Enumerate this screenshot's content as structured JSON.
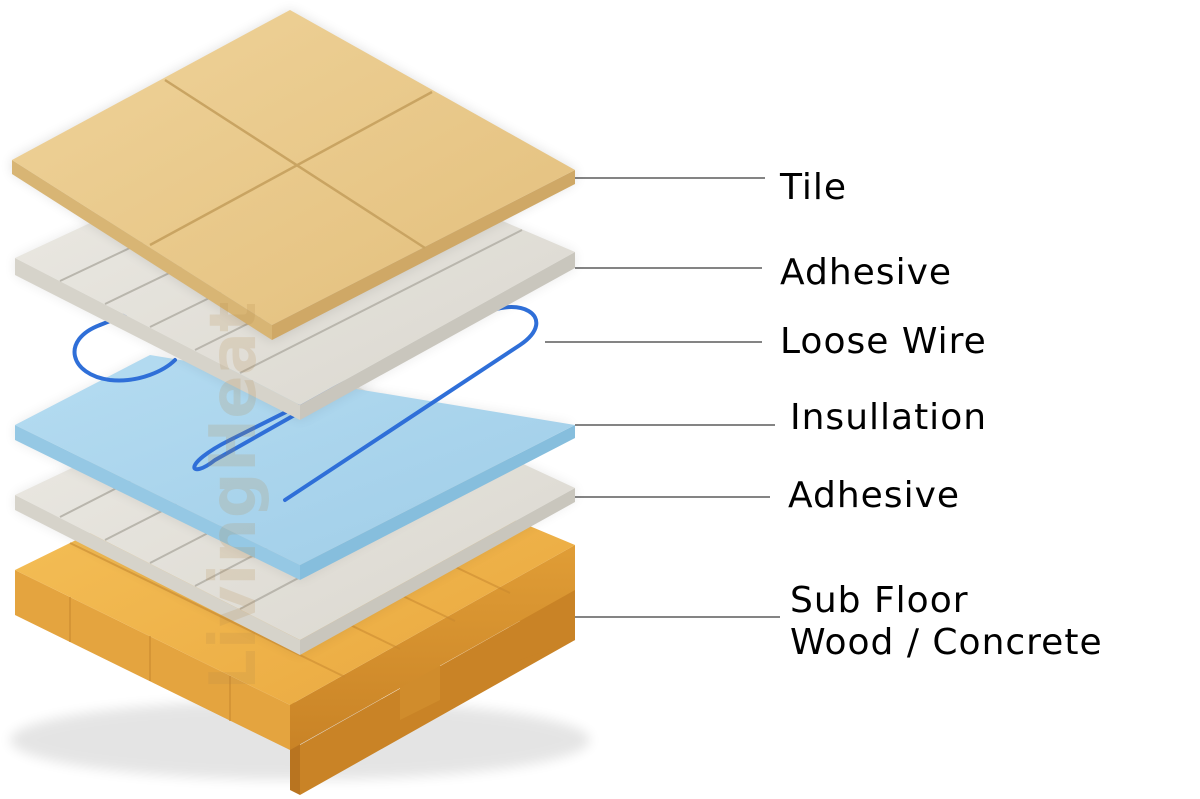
{
  "layers": [
    {
      "id": "tile",
      "label": "Tile",
      "color": "#e6c586"
    },
    {
      "id": "adhesive-top",
      "label": "Adhesive",
      "color": "#e3e1da"
    },
    {
      "id": "loose-wire",
      "label": "Loose Wire",
      "color": "#2f6fd8"
    },
    {
      "id": "insulation",
      "label": "Insullation",
      "color": "#a7d4ec"
    },
    {
      "id": "adhesive-bottom",
      "label": "Adhesive",
      "color": "#e3e1da"
    },
    {
      "id": "sub-floor",
      "label": "Sub Floor",
      "label_line2": "Wood / Concrete",
      "color": "#f0b34a"
    }
  ],
  "watermark": "LivingHeat"
}
